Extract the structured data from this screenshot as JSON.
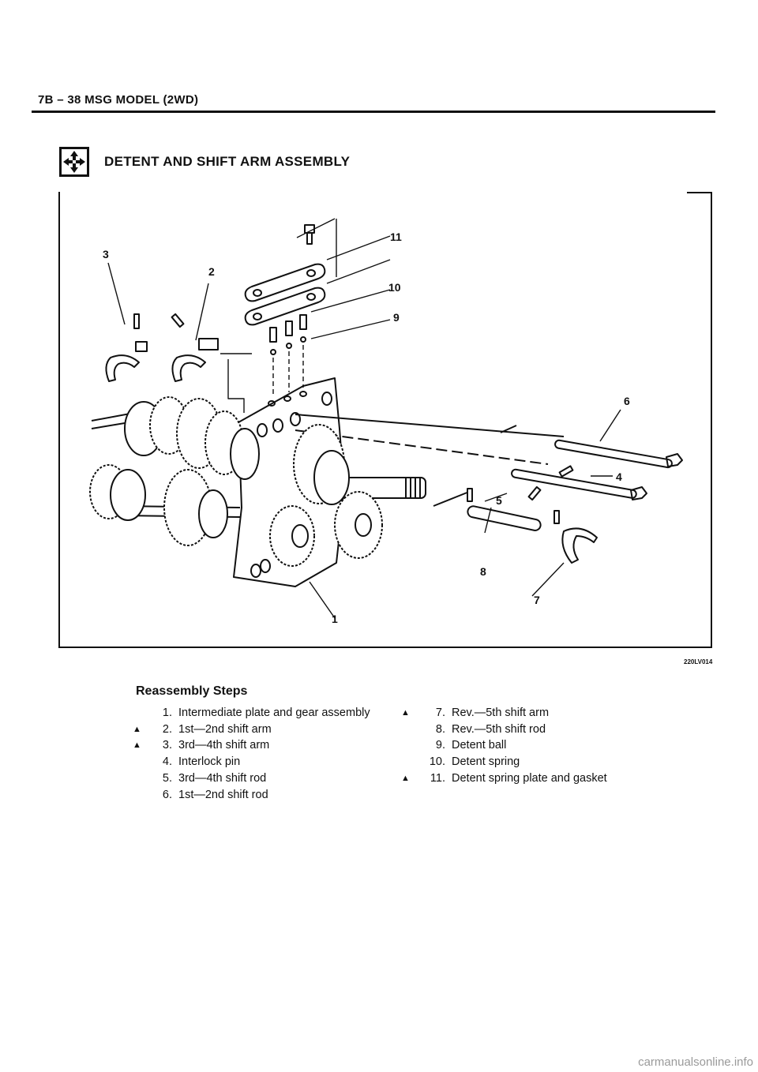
{
  "header": {
    "text": "7B – 38 MSG MODEL (2WD)"
  },
  "section": {
    "title": "DETENT AND SHIFT ARM ASSEMBLY",
    "icon": "disassembly-arrows-icon"
  },
  "figure": {
    "code": "220LV014",
    "callouts": [
      "1",
      "2",
      "3",
      "4",
      "5",
      "6",
      "7",
      "8",
      "9",
      "10",
      "11"
    ]
  },
  "steps": {
    "title": "Reassembly Steps",
    "marker": "▲",
    "left": [
      {
        "num": "1.",
        "text": "Intermediate plate and gear assembly",
        "marked": false
      },
      {
        "num": "2.",
        "text": "1st—2nd shift arm",
        "marked": true
      },
      {
        "num": "3.",
        "text": "3rd—4th shift arm",
        "marked": true
      },
      {
        "num": "4.",
        "text": "Interlock pin",
        "marked": false
      },
      {
        "num": "5.",
        "text": "3rd—4th shift rod",
        "marked": false
      },
      {
        "num": "6.",
        "text": "1st—2nd shift rod",
        "marked": false
      }
    ],
    "right": [
      {
        "num": "7.",
        "text": "Rev.—5th shift arm",
        "marked": true
      },
      {
        "num": "8.",
        "text": "Rev.—5th shift rod",
        "marked": false
      },
      {
        "num": "9.",
        "text": "Detent ball",
        "marked": false
      },
      {
        "num": "10.",
        "text": "Detent spring",
        "marked": false
      },
      {
        "num": "11.",
        "text": "Detent spring plate and gasket",
        "marked": true
      }
    ]
  },
  "watermark": "carmanualsonline.info"
}
